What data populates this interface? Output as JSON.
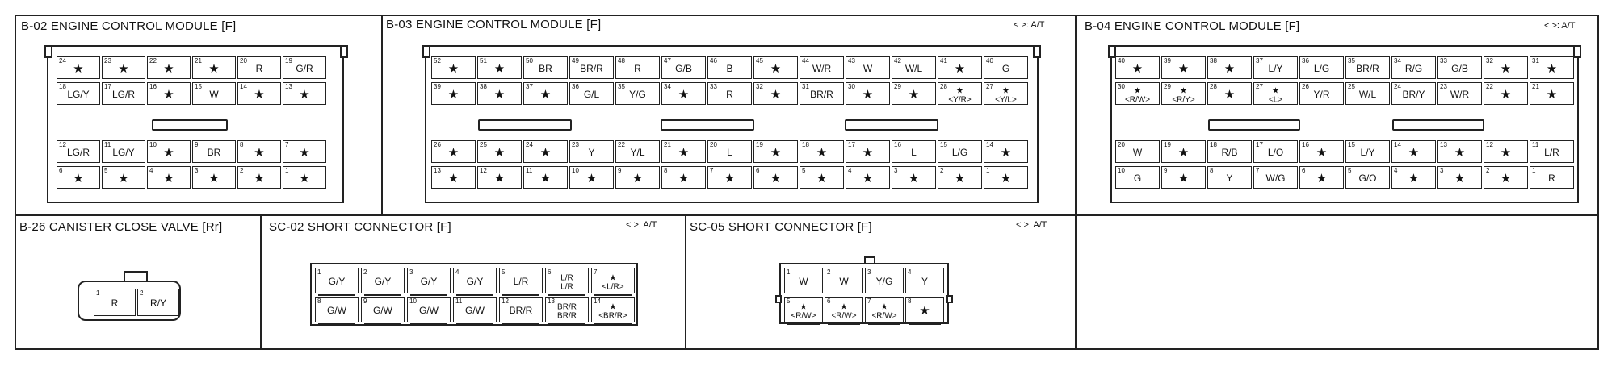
{
  "sections": {
    "b02": {
      "title": "B-02 ENGINE CONTROL MODULE [F]",
      "at": ""
    },
    "b03": {
      "title": "B-03 ENGINE CONTROL MODULE [F]",
      "at": "< >: A/T"
    },
    "b04": {
      "title": "B-04 ENGINE CONTROL MODULE [F]",
      "at": "< >: A/T"
    },
    "b26": {
      "title": "B-26 CANISTER CLOSE VALVE [Rr]",
      "at": ""
    },
    "sc02": {
      "title": "SC-02 SHORT CONNECTOR [F]",
      "at": "< >: A/T"
    },
    "sc05": {
      "title": "SC-05 SHORT CONNECTOR [F]",
      "at": "< >: A/T"
    }
  },
  "b02": {
    "rows": [
      [
        {
          "n": "24",
          "c": "★"
        },
        {
          "n": "23",
          "c": "★"
        },
        {
          "n": "22",
          "c": "★"
        },
        {
          "n": "21",
          "c": "★"
        },
        {
          "n": "20",
          "c": "R"
        },
        {
          "n": "19",
          "c": "G/R"
        }
      ],
      [
        {
          "n": "18",
          "c": "LG/Y"
        },
        {
          "n": "17",
          "c": "LG/R"
        },
        {
          "n": "16",
          "c": "★"
        },
        {
          "n": "15",
          "c": "W"
        },
        {
          "n": "14",
          "c": "★"
        },
        {
          "n": "13",
          "c": "★"
        }
      ],
      [
        {
          "n": "12",
          "c": "LG/R"
        },
        {
          "n": "11",
          "c": "LG/Y"
        },
        {
          "n": "10",
          "c": "★"
        },
        {
          "n": "9",
          "c": "BR"
        },
        {
          "n": "8",
          "c": "★"
        },
        {
          "n": "7",
          "c": "★"
        }
      ],
      [
        {
          "n": "6",
          "c": "★"
        },
        {
          "n": "5",
          "c": "★"
        },
        {
          "n": "4",
          "c": "★"
        },
        {
          "n": "3",
          "c": "★"
        },
        {
          "n": "2",
          "c": "★"
        },
        {
          "n": "1",
          "c": "★"
        }
      ]
    ]
  },
  "b03": {
    "rows": [
      [
        {
          "n": "52",
          "c": "★"
        },
        {
          "n": "51",
          "c": "★"
        },
        {
          "n": "50",
          "c": "BR"
        },
        {
          "n": "49",
          "c": "BR/R"
        },
        {
          "n": "48",
          "c": "R"
        },
        {
          "n": "47",
          "c": "G/B"
        },
        {
          "n": "46",
          "c": "B"
        },
        {
          "n": "45",
          "c": "★"
        },
        {
          "n": "44",
          "c": "W/R"
        },
        {
          "n": "43",
          "c": "W"
        },
        {
          "n": "42",
          "c": "W/L"
        },
        {
          "n": "41",
          "c": "★"
        },
        {
          "n": "40",
          "c": "G"
        }
      ],
      [
        {
          "n": "39",
          "c": "★"
        },
        {
          "n": "38",
          "c": "★"
        },
        {
          "n": "37",
          "c": "★"
        },
        {
          "n": "36",
          "c": "G/L"
        },
        {
          "n": "35",
          "c": "Y/G"
        },
        {
          "n": "34",
          "c": "★"
        },
        {
          "n": "33",
          "c": "R"
        },
        {
          "n": "32",
          "c": "★"
        },
        {
          "n": "31",
          "c": "BR/R"
        },
        {
          "n": "30",
          "c": "★"
        },
        {
          "n": "29",
          "c": "★"
        },
        {
          "n": "28",
          "c": "★\n<Y/R>"
        },
        {
          "n": "27",
          "c": "★\n<Y/L>"
        }
      ],
      [
        {
          "n": "26",
          "c": "★"
        },
        {
          "n": "25",
          "c": "★"
        },
        {
          "n": "24",
          "c": "★"
        },
        {
          "n": "23",
          "c": "Y"
        },
        {
          "n": "22",
          "c": "Y/L"
        },
        {
          "n": "21",
          "c": "★"
        },
        {
          "n": "20",
          "c": "L"
        },
        {
          "n": "19",
          "c": "★"
        },
        {
          "n": "18",
          "c": "★"
        },
        {
          "n": "17",
          "c": "★"
        },
        {
          "n": "16",
          "c": "L"
        },
        {
          "n": "15",
          "c": "L/G"
        },
        {
          "n": "14",
          "c": "★"
        }
      ],
      [
        {
          "n": "13",
          "c": "★"
        },
        {
          "n": "12",
          "c": "★"
        },
        {
          "n": "11",
          "c": "★"
        },
        {
          "n": "10",
          "c": "★"
        },
        {
          "n": "9",
          "c": "★"
        },
        {
          "n": "8",
          "c": "★"
        },
        {
          "n": "7",
          "c": "★"
        },
        {
          "n": "6",
          "c": "★"
        },
        {
          "n": "5",
          "c": "★"
        },
        {
          "n": "4",
          "c": "★"
        },
        {
          "n": "3",
          "c": "★"
        },
        {
          "n": "2",
          "c": "★"
        },
        {
          "n": "1",
          "c": "★"
        }
      ]
    ]
  },
  "b04": {
    "rows": [
      [
        {
          "n": "40",
          "c": "★"
        },
        {
          "n": "39",
          "c": "★"
        },
        {
          "n": "38",
          "c": "★"
        },
        {
          "n": "37",
          "c": "L/Y"
        },
        {
          "n": "36",
          "c": "L/G"
        },
        {
          "n": "35",
          "c": "BR/R"
        },
        {
          "n": "34",
          "c": "R/G"
        },
        {
          "n": "33",
          "c": "G/B"
        },
        {
          "n": "32",
          "c": "★"
        },
        {
          "n": "31",
          "c": "★"
        }
      ],
      [
        {
          "n": "30",
          "c": "★\n<R/W>"
        },
        {
          "n": "29",
          "c": "★\n<R/Y>"
        },
        {
          "n": "28",
          "c": "★"
        },
        {
          "n": "27",
          "c": "★\n<L>"
        },
        {
          "n": "26",
          "c": "Y/R"
        },
        {
          "n": "25",
          "c": "W/L"
        },
        {
          "n": "24",
          "c": "BR/Y"
        },
        {
          "n": "23",
          "c": "W/R"
        },
        {
          "n": "22",
          "c": "★"
        },
        {
          "n": "21",
          "c": "★"
        }
      ],
      [
        {
          "n": "20",
          "c": "W"
        },
        {
          "n": "19",
          "c": "★"
        },
        {
          "n": "18",
          "c": "R/B"
        },
        {
          "n": "17",
          "c": "L/O"
        },
        {
          "n": "16",
          "c": "★"
        },
        {
          "n": "15",
          "c": "L/Y"
        },
        {
          "n": "14",
          "c": "★"
        },
        {
          "n": "13",
          "c": "★"
        },
        {
          "n": "12",
          "c": "★"
        },
        {
          "n": "11",
          "c": "L/R"
        }
      ],
      [
        {
          "n": "10",
          "c": "G"
        },
        {
          "n": "9",
          "c": "★"
        },
        {
          "n": "8",
          "c": "Y"
        },
        {
          "n": "7",
          "c": "W/G"
        },
        {
          "n": "6",
          "c": "★"
        },
        {
          "n": "5",
          "c": "G/O"
        },
        {
          "n": "4",
          "c": "★"
        },
        {
          "n": "3",
          "c": "★"
        },
        {
          "n": "2",
          "c": "★"
        },
        {
          "n": "1",
          "c": "R"
        }
      ]
    ]
  },
  "b26": {
    "pins": [
      {
        "n": "1",
        "c": "R"
      },
      {
        "n": "2",
        "c": "R/Y"
      }
    ]
  },
  "sc02": {
    "rows": [
      [
        {
          "n": "1",
          "c": "G/Y"
        },
        {
          "n": "2",
          "c": "G/Y"
        },
        {
          "n": "3",
          "c": "G/Y"
        },
        {
          "n": "4",
          "c": "G/Y"
        },
        {
          "n": "5",
          "c": "L/R"
        },
        {
          "n": "6",
          "c": "L/R\nL/R"
        },
        {
          "n": "7",
          "c": "★\n<L/R>"
        }
      ],
      [
        {
          "n": "8",
          "c": "G/W"
        },
        {
          "n": "9",
          "c": "G/W"
        },
        {
          "n": "10",
          "c": "G/W"
        },
        {
          "n": "11",
          "c": "G/W"
        },
        {
          "n": "12",
          "c": "BR/R"
        },
        {
          "n": "13",
          "c": "BR/R\nBR/R"
        },
        {
          "n": "14",
          "c": "★\n<BR/R>"
        }
      ]
    ]
  },
  "sc05": {
    "rows": [
      [
        {
          "n": "1",
          "c": "W"
        },
        {
          "n": "2",
          "c": "W"
        },
        {
          "n": "3",
          "c": "Y/G"
        },
        {
          "n": "4",
          "c": "Y"
        }
      ],
      [
        {
          "n": "5",
          "c": "★\n<R/W>"
        },
        {
          "n": "6",
          "c": "★\n<R/W>"
        },
        {
          "n": "7",
          "c": "★\n<R/W>"
        },
        {
          "n": "8",
          "c": "★"
        }
      ]
    ]
  }
}
